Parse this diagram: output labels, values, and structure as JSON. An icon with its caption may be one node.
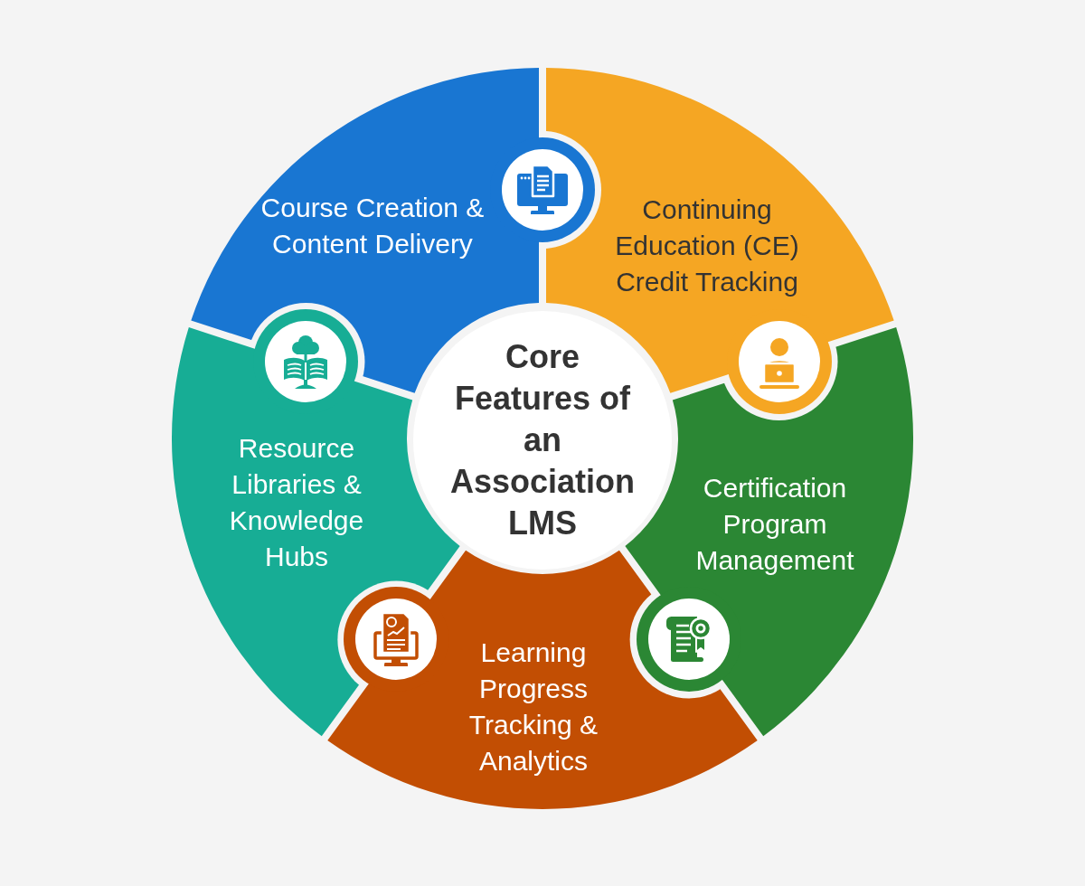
{
  "diagram": {
    "nodes": [
      {
        "text": [
          "Course Creation & Content Delivery"
        ]
      },
      {
        "text": [
          "Continuing Education (CE) Credit Tracking"
        ]
      },
      {
        "text": [
          "Core Features of an Association LMS"
        ]
      },
      {
        "text": [
          "Resource Libraries & Knowledge Hubs"
        ]
      },
      {
        "text": [
          "Certification Program Management"
        ]
      },
      {
        "text": [
          "Learning Progress Tracking & Analytics"
        ]
      }
    ]
  }
}
